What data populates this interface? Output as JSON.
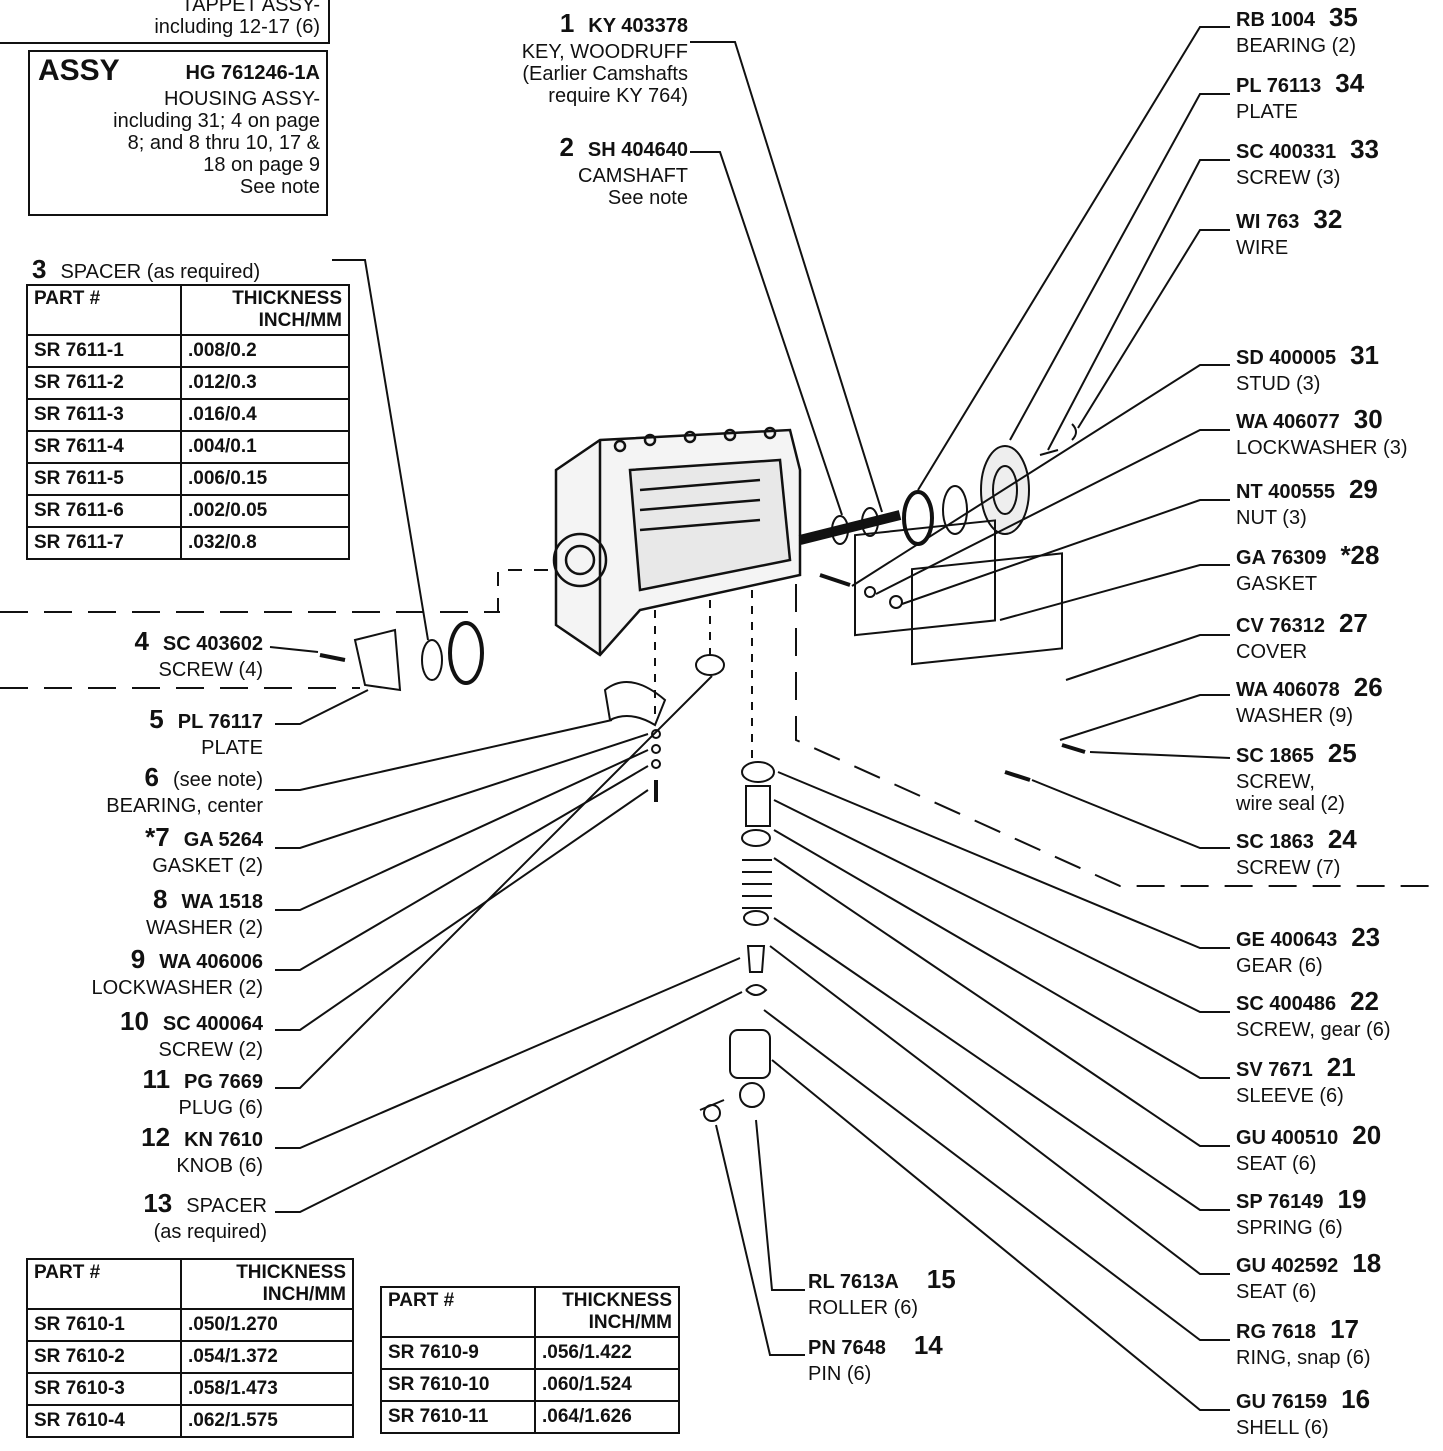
{
  "tappet_box": {
    "line1": "TAPPET ASSY-",
    "line2": "including 12-17 (6)"
  },
  "housing_box": {
    "tag": "ASSY",
    "code": "HG 761246-1A",
    "lines": [
      "HOUSING ASSY-",
      "including 31; 4 on page",
      "8; and 8 thru 10, 17 &",
      "18 on page 9",
      "See note"
    ]
  },
  "callouts_left": [
    {
      "num": "1",
      "code": "KY 403378",
      "desc": [
        "KEY, WOODRUFF",
        "(Earlier Camshafts",
        "require KY 764)"
      ]
    },
    {
      "num": "2",
      "code": "SH 404640",
      "desc": [
        "CAMSHAFT",
        "See note"
      ]
    },
    {
      "num": "4",
      "code": "SC 403602",
      "desc": [
        "SCREW (4)"
      ]
    },
    {
      "num": "5",
      "code": "PL 76117",
      "desc": [
        "PLATE"
      ]
    },
    {
      "num": "6",
      "code": "(see note)",
      "desc": [
        "BEARING, center"
      ]
    },
    {
      "num": "*7",
      "code": "GA 5264",
      "desc": [
        "GASKET (2)"
      ]
    },
    {
      "num": "8",
      "code": "WA 1518",
      "desc": [
        "WASHER (2)"
      ]
    },
    {
      "num": "9",
      "code": "WA 406006",
      "desc": [
        "LOCKWASHER (2)"
      ]
    },
    {
      "num": "10",
      "code": "SC 400064",
      "desc": [
        "SCREW (2)"
      ]
    },
    {
      "num": "11",
      "code": "PG 7669",
      "desc": [
        "PLUG (6)"
      ]
    },
    {
      "num": "12",
      "code": "KN 7610",
      "desc": [
        "KNOB (6)"
      ]
    },
    {
      "num": "13",
      "code": "SPACER",
      "desc": [
        "(as required)"
      ]
    }
  ],
  "callouts_right": [
    {
      "num": "35",
      "code": "RB 1004",
      "desc": [
        "BEARING (2)"
      ]
    },
    {
      "num": "34",
      "code": "PL 76113",
      "desc": [
        "PLATE"
      ]
    },
    {
      "num": "33",
      "code": "SC 400331",
      "desc": [
        "SCREW (3)"
      ]
    },
    {
      "num": "32",
      "code": "WI 763",
      "desc": [
        "WIRE"
      ]
    },
    {
      "num": "31",
      "code": "SD 400005",
      "desc": [
        "STUD (3)"
      ]
    },
    {
      "num": "30",
      "code": "WA 406077",
      "desc": [
        "LOCKWASHER (3)"
      ]
    },
    {
      "num": "29",
      "code": "NT 400555",
      "desc": [
        "NUT (3)"
      ]
    },
    {
      "num": "*28",
      "code": "GA 76309",
      "desc": [
        "GASKET"
      ]
    },
    {
      "num": "27",
      "code": "CV 76312",
      "desc": [
        "COVER"
      ]
    },
    {
      "num": "26",
      "code": "WA 406078",
      "desc": [
        "WASHER (9)"
      ]
    },
    {
      "num": "25",
      "code": "SC 1865",
      "desc": [
        "SCREW,",
        "wire seal (2)"
      ]
    },
    {
      "num": "24",
      "code": "SC 1863",
      "desc": [
        "SCREW (7)"
      ]
    },
    {
      "num": "23",
      "code": "GE 400643",
      "desc": [
        "GEAR (6)"
      ]
    },
    {
      "num": "22",
      "code": "SC 400486",
      "desc": [
        "SCREW, gear (6)"
      ]
    },
    {
      "num": "21",
      "code": "SV 7671",
      "desc": [
        "SLEEVE (6)"
      ]
    },
    {
      "num": "20",
      "code": "GU 400510",
      "desc": [
        "SEAT (6)"
      ]
    },
    {
      "num": "19",
      "code": "SP 76149",
      "desc": [
        "SPRING (6)"
      ]
    },
    {
      "num": "18",
      "code": "GU 402592",
      "desc": [
        "SEAT (6)"
      ]
    },
    {
      "num": "17",
      "code": "RG 7618",
      "desc": [
        "RING, snap (6)"
      ]
    },
    {
      "num": "16",
      "code": "GU 76159",
      "desc": [
        "SHELL (6)"
      ]
    }
  ],
  "callouts_bottom": [
    {
      "num": "15",
      "code": "RL 7613A",
      "desc": [
        "ROLLER (6)"
      ]
    },
    {
      "num": "14",
      "code": "PN 7648",
      "desc": [
        "PIN (6)"
      ]
    }
  ],
  "spacer3": {
    "num": "3",
    "title": "SPACER (as required)",
    "header": [
      "PART #",
      "THICKNESS",
      "INCH/MM"
    ],
    "rows": [
      [
        "SR 7611-1",
        ".008/0.2"
      ],
      [
        "SR 7611-2",
        ".012/0.3"
      ],
      [
        "SR 7611-3",
        ".016/0.4"
      ],
      [
        "SR 7611-4",
        ".004/0.1"
      ],
      [
        "SR 7611-5",
        ".006/0.15"
      ],
      [
        "SR 7611-6",
        ".002/0.05"
      ],
      [
        "SR 7611-7",
        ".032/0.8"
      ]
    ]
  },
  "spacer13_table_a": {
    "header": [
      "PART #",
      "THICKNESS",
      "INCH/MM"
    ],
    "rows": [
      [
        "SR 7610-1",
        ".050/1.270"
      ],
      [
        "SR 7610-2",
        ".054/1.372"
      ],
      [
        "SR 7610-3",
        ".058/1.473"
      ],
      [
        "SR 7610-4",
        ".062/1.575"
      ]
    ]
  },
  "spacer13_table_b": {
    "header": [
      "PART #",
      "THICKNESS",
      "INCH/MM"
    ],
    "rows": [
      [
        "SR 7610-9",
        ".056/1.422"
      ],
      [
        "SR 7610-10",
        ".060/1.524"
      ],
      [
        "SR 7610-11",
        ".064/1.626"
      ]
    ]
  }
}
